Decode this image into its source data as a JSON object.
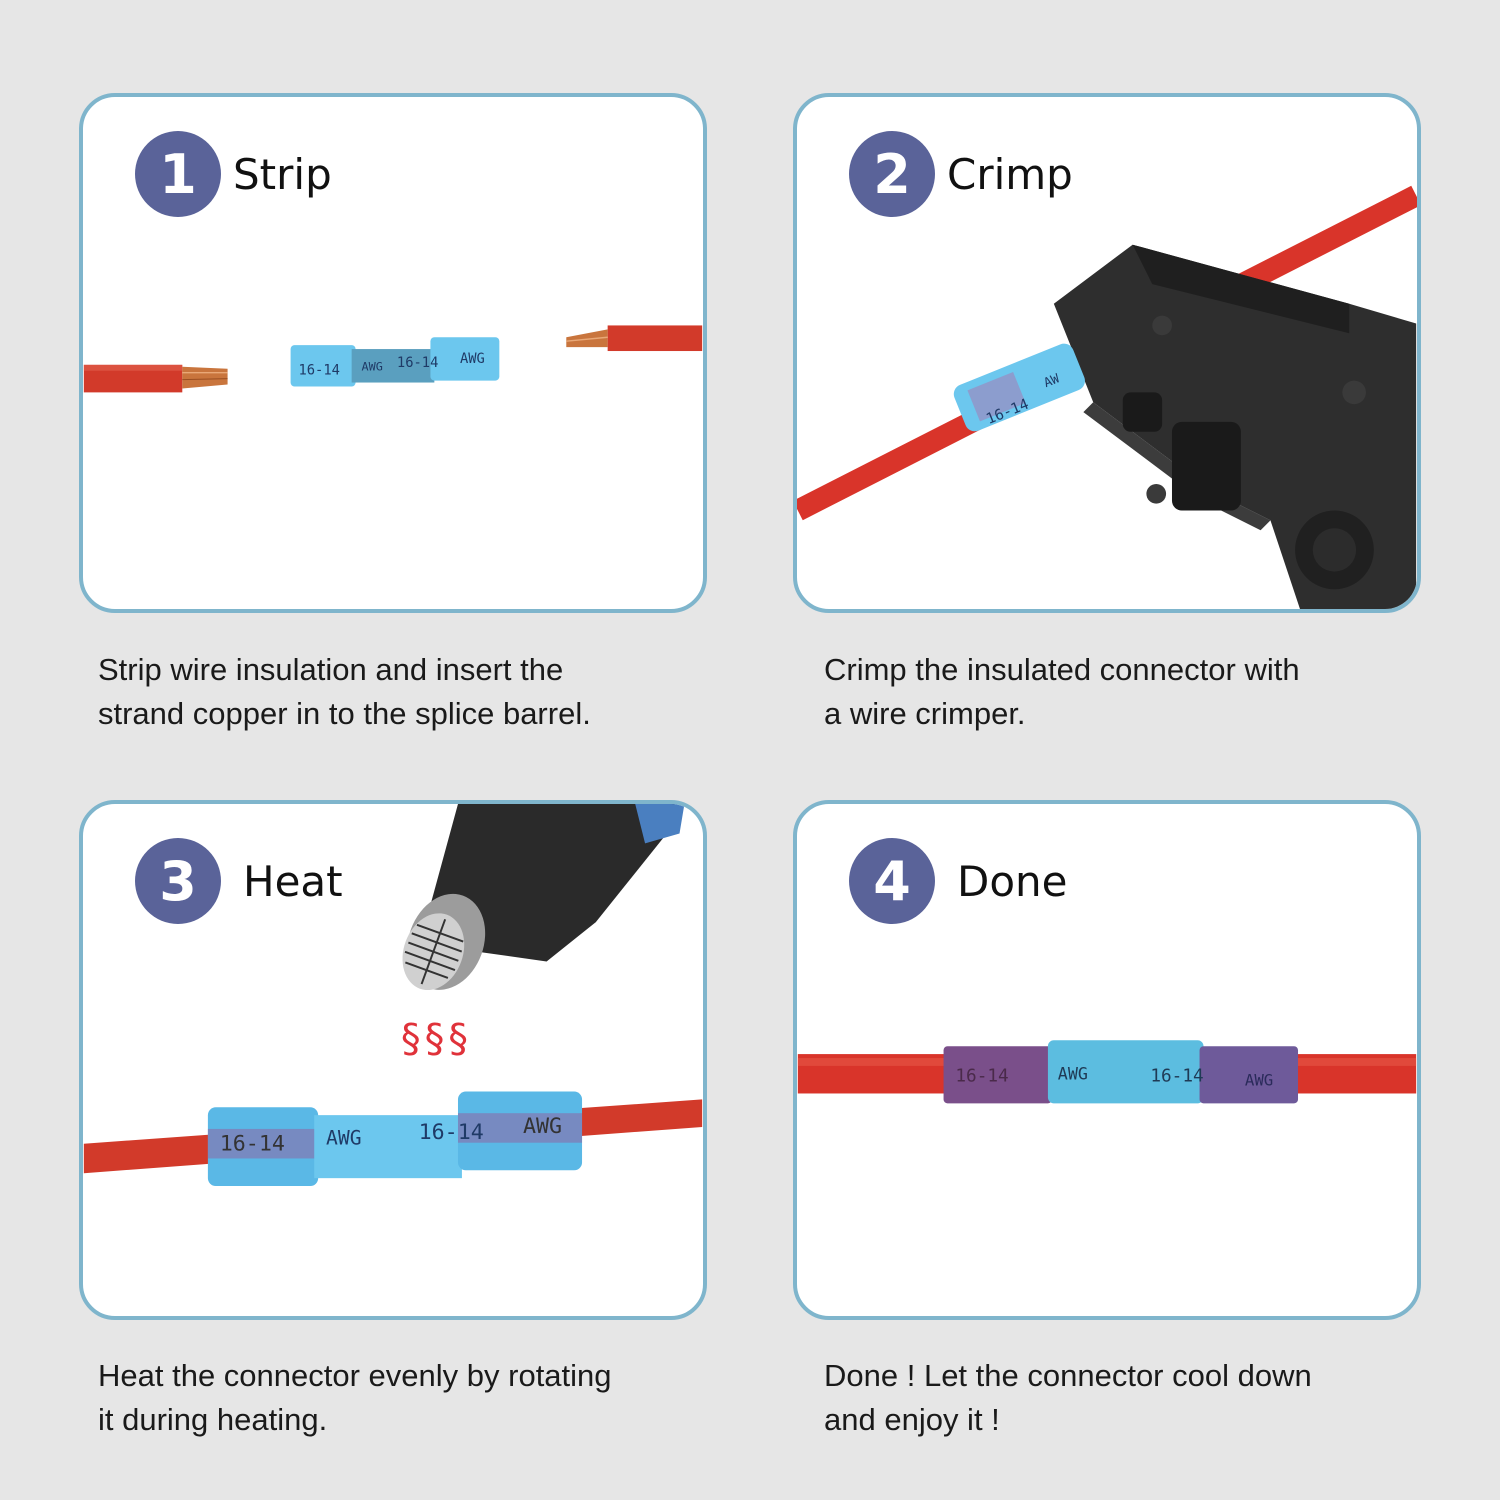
{
  "steps": [
    {
      "number": "1",
      "title": "Strip",
      "description_lines": [
        "Strip wire insulation and insert the",
        "strand copper in to the splice barrel."
      ],
      "connector_label": [
        "16-14",
        "AWG",
        "16-14",
        "AWG"
      ]
    },
    {
      "number": "2",
      "title": "Crimp",
      "description_lines": [
        "Crimp the insulated connector with",
        "a wire crimper."
      ],
      "connector_label": [
        "16-14",
        "AW"
      ]
    },
    {
      "number": "3",
      "title": "Heat",
      "description_lines": [
        "Heat the connector evenly by rotating",
        "it during heating."
      ],
      "connector_label": [
        "16-14",
        "AWG",
        "16-14",
        "AWG"
      ],
      "heat_symbol": "§§§"
    },
    {
      "number": "4",
      "title": "Done",
      "description_lines": [
        "Done ! Let the connector cool down",
        "and enjoy it !"
      ],
      "connector_label": [
        "16-14",
        "AWG",
        "16-14",
        "AWG"
      ]
    }
  ],
  "colors": {
    "badge": "#5a6399",
    "card_border": "#7fb5cc",
    "background": "#e6e6e6",
    "wire_red": "#d9342a",
    "copper": "#c9753d",
    "connector_blue": "#5cc2ec",
    "connector_shrunk_purple": "#7a4f8a",
    "tool_black": "#2b2b2b"
  }
}
